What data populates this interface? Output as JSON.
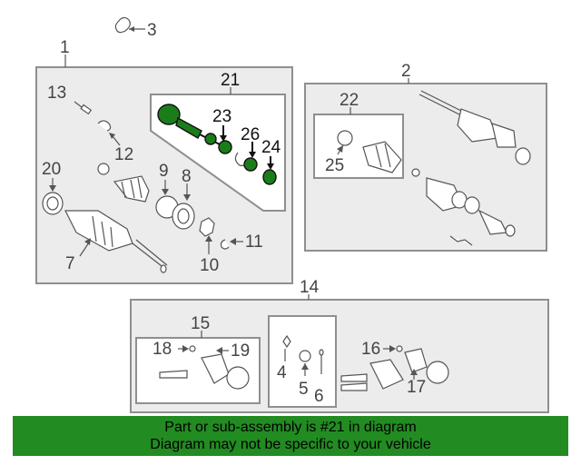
{
  "callouts": {
    "n1": "1",
    "n2": "2",
    "n3": "3",
    "n4": "4",
    "n5": "5",
    "n6": "6",
    "n7": "7",
    "n8": "8",
    "n9": "9",
    "n10": "10",
    "n11": "11",
    "n12": "12",
    "n13": "13",
    "n14": "14",
    "n15": "15",
    "n16": "16",
    "n17": "17",
    "n18": "18",
    "n19": "19",
    "n20": "20",
    "n21": "21",
    "n22": "22",
    "n23": "23",
    "n24": "24",
    "n25": "25",
    "n26": "26"
  },
  "highlight_color": "#1b7d1a",
  "banner": {
    "line1": "Part or sub-assembly is #21 in diagram",
    "line2": "Diagram may not be specific to your vehicle",
    "background": "#228b22"
  }
}
